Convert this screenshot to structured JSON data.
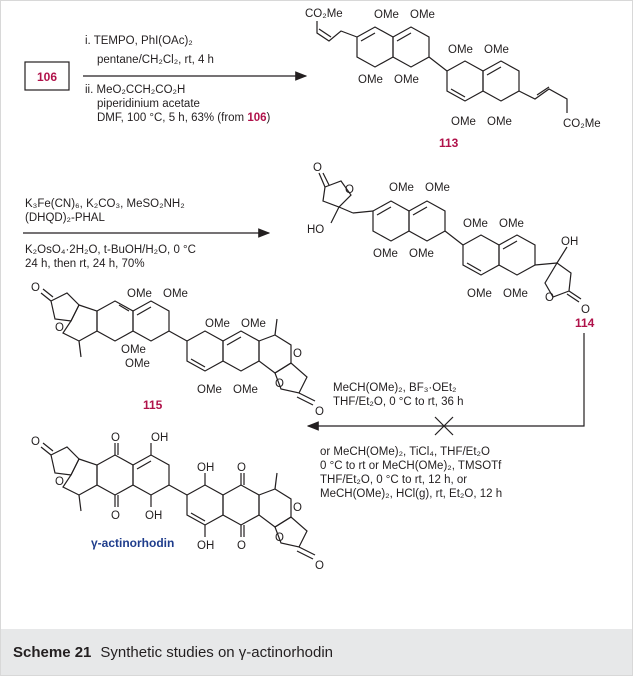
{
  "caption": {
    "label": "Scheme 21",
    "text": "Synthetic studies on γ-actinorhodin"
  },
  "compounds": {
    "start": "106",
    "c113": "113",
    "c114": "114",
    "c115": "115",
    "final": "γ-actinorhodin"
  },
  "step1": {
    "line1": "i. TEMPO, PhI(OAc)₂",
    "line2": "pentane/CH₂Cl₂, rt, 4 h",
    "line3": "ii. MeO₂CCH₂CO₂H",
    "line4": "piperidinium acetate",
    "line5": "DMF, 100 °C, 5 h, 63% (from ",
    "line5_ref": "106",
    "line5_end": ")"
  },
  "step2": {
    "line1": "K₃Fe(CN)₆, K₂CO₃, MeSO₂NH₂",
    "line2": "(DHQD)₂-PHAL",
    "line3": "K₂OsO₄·2H₂O, t-BuOH/H₂O, 0 °C",
    "line4": "24 h, then rt, 24 h, 70%"
  },
  "step3_above": {
    "line1": "MeCH(OMe)₂, BF₃·OEt₂",
    "line2": "THF/Et₂O, 0 °C to rt, 36 h"
  },
  "step3_below": {
    "line1": "or MeCH(OMe)₂, TiCl₄, THF/Et₂O",
    "line2": "0 °C to rt or MeCH(OMe)₂, TMSOTf",
    "line3": "THF/Et₂O, 0 °C to rt, 12 h, or",
    "line4": "MeCH(OMe)₂, HCl(g), rt, Et₂O, 12 h"
  },
  "atoms": {
    "ome": "OMe",
    "co2me": "CO₂Me",
    "o": "O",
    "ho": "HO",
    "oh": "OH"
  }
}
